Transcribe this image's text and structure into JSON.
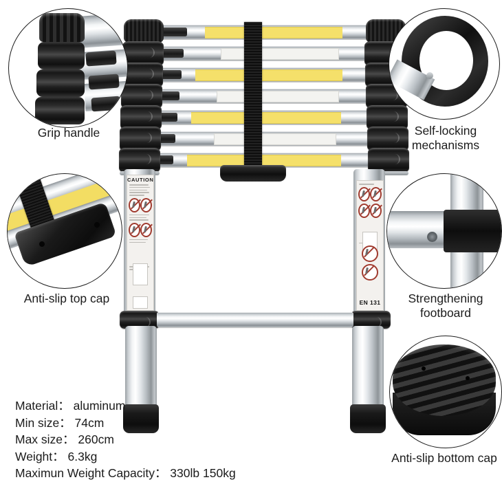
{
  "product": {
    "type": "telescoping-extension-ladder",
    "standard_marking": "EN 131",
    "rail_decal_title": "CAUTION",
    "rung_count": 7
  },
  "callouts": [
    {
      "id": "grip-handle",
      "label": "Grip handle",
      "position": "top-left"
    },
    {
      "id": "self-locking",
      "label": "Self-locking\nmechanisms",
      "position": "top-right"
    },
    {
      "id": "anti-slip-top-cap",
      "label": "Anti-slip top cap",
      "position": "middle-left"
    },
    {
      "id": "strengthening-footboard",
      "label": "Strengthening\nfootboard",
      "position": "middle-right"
    },
    {
      "id": "anti-slip-bottom-cap",
      "label": "Anti-slip bottom cap",
      "position": "bottom-right"
    }
  ],
  "specs": [
    "Material： aluminum",
    "Min size： 74cm",
    "Max size： 260cm",
    "Weight： 6.3kg",
    "Maximun Weight Capacity： 330lb 150kg"
  ],
  "colors": {
    "background": "#ffffff",
    "text": "#1b1b1b",
    "outline": "#1b1b1b",
    "warning_yellow": "#f5e06a",
    "warning_red": "#a03a2e",
    "aluminum": "#c9ced2",
    "rubber_black": "#141414"
  }
}
